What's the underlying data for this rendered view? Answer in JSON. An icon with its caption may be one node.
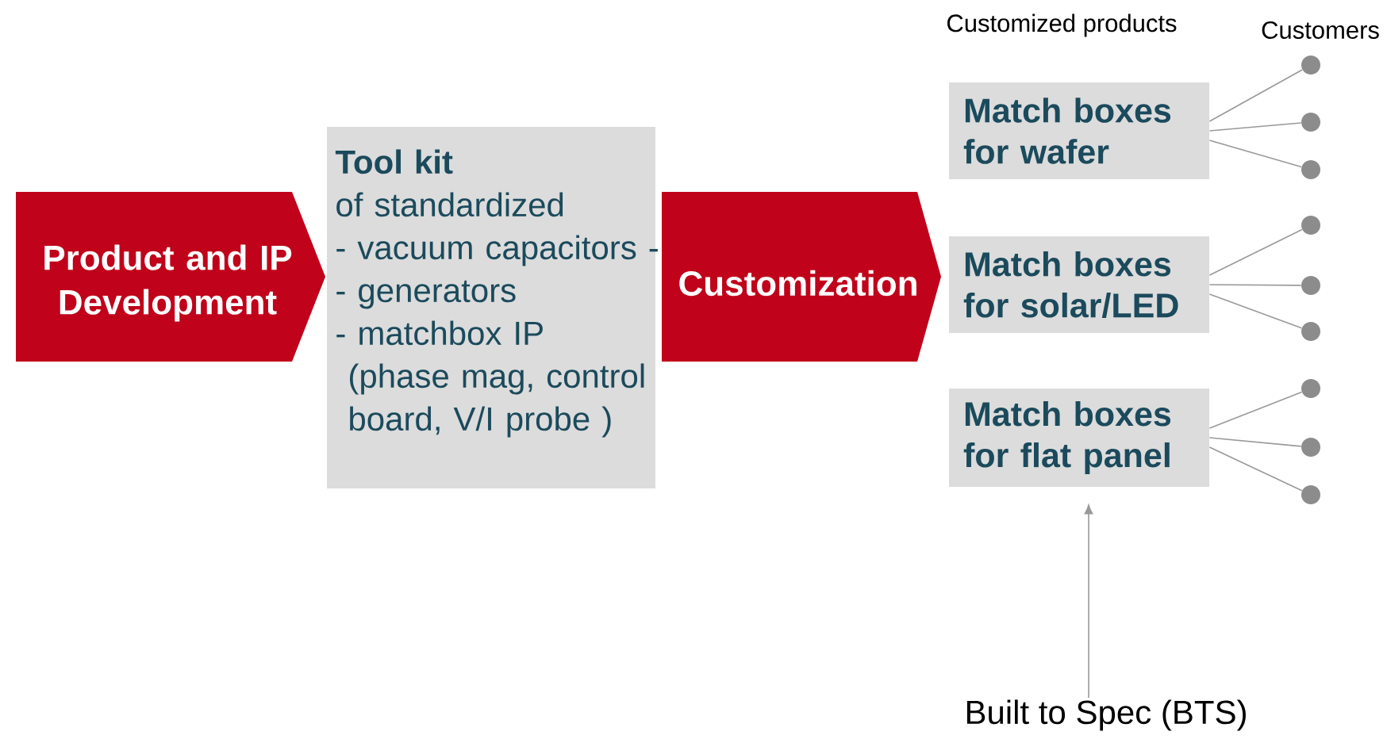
{
  "diagram": {
    "nodes": [
      {
        "text": [
          "Product and IP Development"
        ]
      },
      {
        "text": [
          "Tool kit",
          "of standardized",
          "- vacuum capacitors -",
          "- generators",
          "- matchbox IP (phase mag, control board, V/I probe )"
        ]
      },
      {
        "text": [
          "Customization"
        ]
      },
      {
        "text": [
          "Match boxes for wafer"
        ]
      },
      {
        "text": [
          "Match boxes for solar/LED"
        ]
      },
      {
        "text": [
          "Match boxes for flat panel"
        ]
      },
      {
        "text": [],
        "shape": "circle"
      },
      {
        "text": [],
        "shape": "circle"
      },
      {
        "text": [],
        "shape": "circle"
      },
      {
        "text": [],
        "shape": "circle"
      },
      {
        "text": [],
        "shape": "circle"
      },
      {
        "text": [],
        "shape": "circle"
      },
      {
        "text": [],
        "shape": "circle"
      },
      {
        "text": [],
        "shape": "circle"
      },
      {
        "text": [],
        "shape": "circle"
      },
      {
        "text": [
          "Built to Spec (BTS)"
        ]
      }
    ],
    "edges": [
      {
        "from": 3,
        "to": 6,
        "arrow": "none"
      },
      {
        "from": 3,
        "to": 7,
        "arrow": "none"
      },
      {
        "from": 3,
        "to": 8,
        "arrow": "none"
      },
      {
        "from": 4,
        "to": 9,
        "arrow": "none"
      },
      {
        "from": 4,
        "to": 10,
        "arrow": "none"
      },
      {
        "from": 4,
        "to": 11,
        "arrow": "none"
      },
      {
        "from": 5,
        "to": 12,
        "arrow": "none"
      },
      {
        "from": 5,
        "to": 13,
        "arrow": "none"
      },
      {
        "from": 5,
        "to": 14,
        "arrow": "none"
      },
      {
        "from": 15,
        "to": 5,
        "arrow": "to"
      }
    ],
    "labels": [
      "Customized products",
      "Customers"
    ]
  }
}
